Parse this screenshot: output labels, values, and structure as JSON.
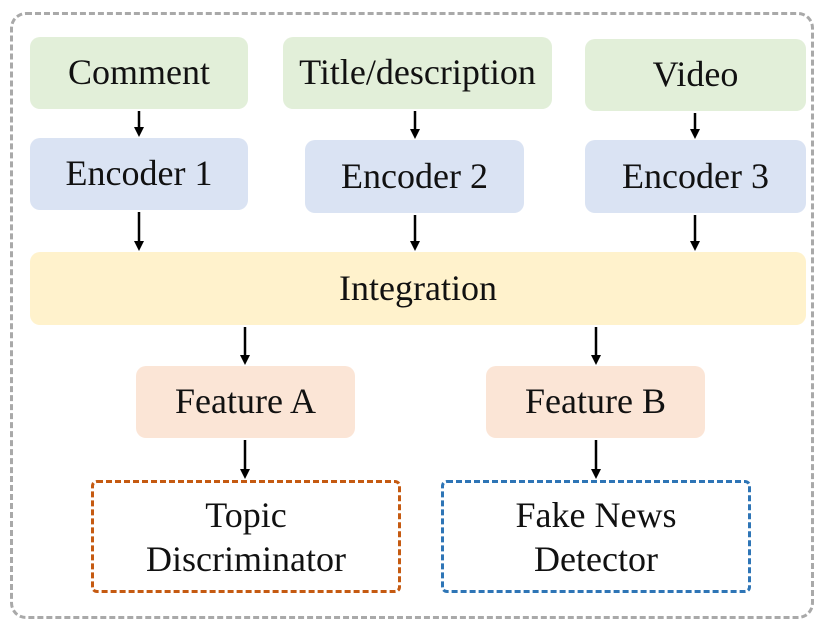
{
  "inputs": {
    "comment": "Comment",
    "title_description": "Title/description",
    "video": "Video"
  },
  "encoders": {
    "encoder1": "Encoder 1",
    "encoder2": "Encoder 2",
    "encoder3": "Encoder 3"
  },
  "integration": "Integration",
  "features": {
    "feature_a": "Feature A",
    "feature_b": "Feature B"
  },
  "outputs": {
    "topic_discriminator": [
      "Topic",
      "Discriminator"
    ],
    "fake_news_detector": [
      "Fake News",
      "Detector"
    ]
  },
  "colors": {
    "input_fill": "#e2efd9",
    "encoder_fill": "#dae3f3",
    "integration_fill": "#fff2cc",
    "feature_fill": "#fbe5d6",
    "topic_border": "#c55a11",
    "fake_news_border": "#2e75b6",
    "frame_border": "#a9a9a9"
  }
}
